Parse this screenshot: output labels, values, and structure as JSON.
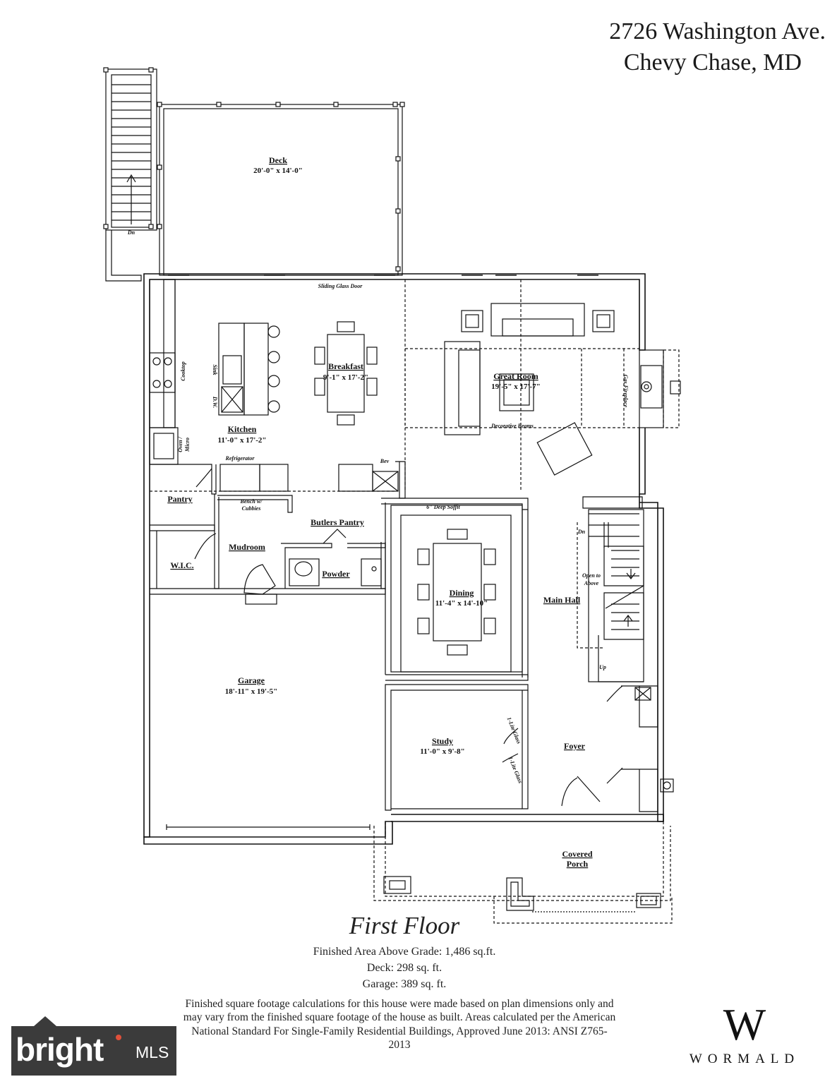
{
  "address": {
    "line1": "2726 Washington Ave.",
    "line2": "Chevy Chase, MD"
  },
  "rooms": {
    "deck": {
      "name": "Deck",
      "dims": "20'-0\" x 14'-0\""
    },
    "breakfast": {
      "name": "Breakfast",
      "dims": "9'-1\" x 17'-2\""
    },
    "great_room": {
      "name": "Great Room",
      "dims": "19'-5\" x 17'-7\""
    },
    "kitchen": {
      "name": "Kitchen",
      "dims": "11'-0\" x 17'-2\""
    },
    "pantry": {
      "name": "Pantry"
    },
    "butlers_pantry": {
      "name": "Butlers Pantry"
    },
    "mudroom": {
      "name": "Mudroom"
    },
    "wic": {
      "name": "W.I.C."
    },
    "powder": {
      "name": "Powder"
    },
    "dining": {
      "name": "Dining",
      "dims": "11'-4\" x 14'-10\""
    },
    "main_hall": {
      "name": "Main Hall"
    },
    "garage": {
      "name": "Garage",
      "dims": "18'-11\" x 19'-5\""
    },
    "study": {
      "name": "Study",
      "dims": "11'-0\" x 9'-8\""
    },
    "foyer": {
      "name": "Foyer"
    },
    "covered_porch": {
      "name_line1": "Covered",
      "name_line2": "Porch"
    }
  },
  "notes": {
    "sliding_glass_door": "Sliding Glass Door",
    "cooktop": "Cooktop",
    "sink": "Sink",
    "dw": "D.W.",
    "oven_micro_1": "Oven /",
    "oven_micro_2": "Micro",
    "refrigerator": "Refrigerator",
    "bev": "Bev",
    "bench_1": "Bench w/",
    "bench_2": "Cubbies",
    "deep_soffit": "6\" Deep Soffit",
    "decorative_beams": "Decorative Beams",
    "gas_fireplace": "Gas Fireplace",
    "open_to_above_1": "Open to",
    "open_to_above_2": "Above",
    "stair_dn": "Dn",
    "stair_up": "Up",
    "deck_dn": "Dn",
    "lite_glass": "1-Lite Glass"
  },
  "floor_title": "First Floor",
  "stats": {
    "finished": "Finished Area Above Grade:  1,486 sq.ft.",
    "deck": "Deck:  298 sq. ft.",
    "garage": "Garage:  389 sq. ft."
  },
  "disclaimer": "Finished square footage calculations for this house were made based on plan dimensions only and may vary from the finished square footage of the house as built. Areas calculated per the American National Standard For Single-Family Residential Buildings, Approved June 2013: ANSI Z765-2013",
  "brand": {
    "logo_letter": "W",
    "name": "WORMALD"
  },
  "badge": {
    "text": "bright",
    "suffix": "MLS",
    "accent": "#e0503a"
  }
}
